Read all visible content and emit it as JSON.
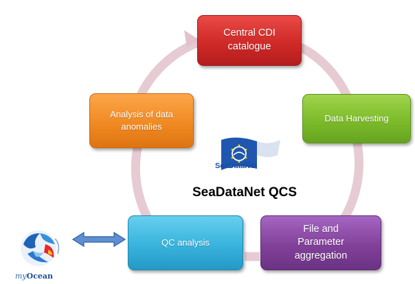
{
  "diagram": {
    "title": "SeaDataNet QCS",
    "nodes": [
      {
        "id": "central",
        "label_lines": [
          "Central CDI",
          "catalogue"
        ],
        "color": "#d12e2b"
      },
      {
        "id": "harvest",
        "label_lines": [
          "Data Harvesting"
        ],
        "color": "#7dbb2b"
      },
      {
        "id": "aggregation",
        "label_lines": [
          "File and",
          "Parameter",
          "aggregation"
        ],
        "color": "#824199"
      },
      {
        "id": "qc",
        "label_lines": [
          "QC analysis"
        ],
        "color": "#38b3dd"
      },
      {
        "id": "anomalies",
        "label_lines": [
          "Analysis of data",
          "anomalies"
        ],
        "color": "#f08a22"
      }
    ],
    "cycle_color": "#e9cfd6"
  },
  "logos": {
    "seadatanet": "SeaDataNet",
    "myocean_prefix": "my",
    "myocean_word": "Ocean"
  }
}
